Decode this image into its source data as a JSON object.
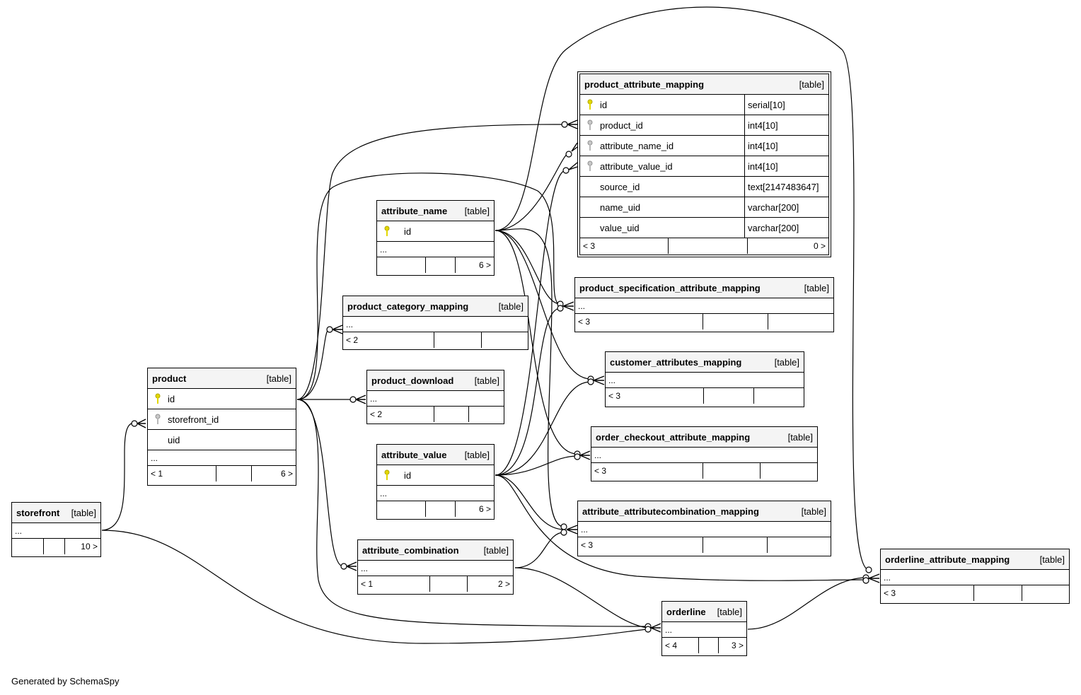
{
  "footer_note": "Generated by SchemaSpy",
  "colors": {
    "pk_key": "#e3d800",
    "fk_key": "#a8a8a8",
    "header_bg": "#f4f4f4",
    "line": "#000000"
  },
  "tables": {
    "product_attribute_mapping": {
      "name": "product_attribute_mapping",
      "type": "[table]",
      "columns": [
        {
          "name": "id",
          "type": "serial[10]",
          "key": "pk"
        },
        {
          "name": "product_id",
          "type": "int4[10]",
          "key": "fk"
        },
        {
          "name": "attribute_name_id",
          "type": "int4[10]",
          "key": "fk"
        },
        {
          "name": "attribute_value_id",
          "type": "int4[10]",
          "key": "fk"
        },
        {
          "name": "source_id",
          "type": "text[2147483647]",
          "key": ""
        },
        {
          "name": "name_uid",
          "type": "varchar[200]",
          "key": ""
        },
        {
          "name": "value_uid",
          "type": "varchar[200]",
          "key": ""
        }
      ],
      "footer": [
        "< 3",
        "",
        "0 >"
      ]
    },
    "attribute_name": {
      "name": "attribute_name",
      "type": "[table]",
      "columns": [
        {
          "name": "id",
          "key": "pk"
        }
      ],
      "ellipsis": "...",
      "footer": [
        "",
        "",
        "6 >"
      ]
    },
    "product_specification_attribute_mapping": {
      "name": "product_specification_attribute_mapping",
      "type": "[table]",
      "ellipsis": "...",
      "footer": [
        "< 3",
        "",
        ""
      ]
    },
    "product_category_mapping": {
      "name": "product_category_mapping",
      "type": "[table]",
      "ellipsis": "...",
      "footer": [
        "< 2",
        "",
        ""
      ]
    },
    "product": {
      "name": "product",
      "type": "[table]",
      "columns": [
        {
          "name": "id",
          "key": "pk"
        },
        {
          "name": "storefront_id",
          "key": "fk"
        },
        {
          "name": "uid",
          "key": ""
        }
      ],
      "ellipsis": "...",
      "footer": [
        "< 1",
        "",
        "6 >"
      ]
    },
    "product_download": {
      "name": "product_download",
      "type": "[table]",
      "ellipsis": "...",
      "footer": [
        "< 2",
        "",
        ""
      ]
    },
    "customer_attributes_mapping": {
      "name": "customer_attributes_mapping",
      "type": "[table]",
      "ellipsis": "...",
      "footer": [
        "< 3",
        "",
        ""
      ]
    },
    "attribute_value": {
      "name": "attribute_value",
      "type": "[table]",
      "columns": [
        {
          "name": "id",
          "key": "pk"
        }
      ],
      "ellipsis": "...",
      "footer": [
        "",
        "",
        "6 >"
      ]
    },
    "order_checkout_attribute_mapping": {
      "name": "order_checkout_attribute_mapping",
      "type": "[table]",
      "ellipsis": "...",
      "footer": [
        "< 3",
        "",
        ""
      ]
    },
    "storefront": {
      "name": "storefront",
      "type": "[table]",
      "ellipsis": "...",
      "footer": [
        "",
        "",
        "10 >"
      ]
    },
    "attribute_attributecombination_mapping": {
      "name": "attribute_attributecombination_mapping",
      "type": "[table]",
      "ellipsis": "...",
      "footer": [
        "< 3",
        "",
        ""
      ]
    },
    "attribute_combination": {
      "name": "attribute_combination",
      "type": "[table]",
      "ellipsis": "...",
      "footer": [
        "< 1",
        "",
        "2 >"
      ]
    },
    "orderline_attribute_mapping": {
      "name": "orderline_attribute_mapping",
      "type": "[table]",
      "ellipsis": "...",
      "footer": [
        "< 3",
        "",
        ""
      ]
    },
    "orderline": {
      "name": "orderline",
      "type": "[table]",
      "ellipsis": "...",
      "footer": [
        "< 4",
        "",
        "3 >"
      ]
    }
  }
}
